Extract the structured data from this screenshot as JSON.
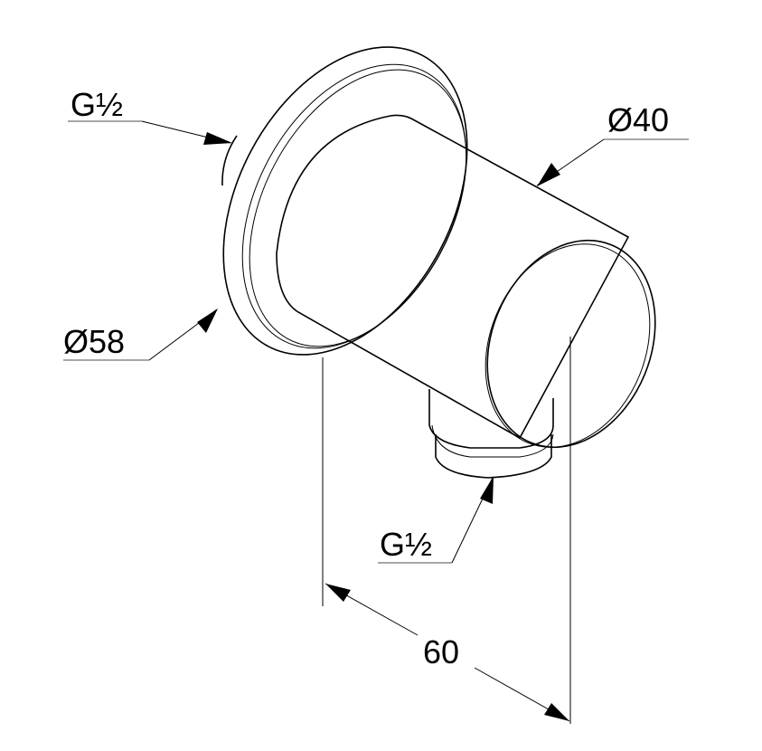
{
  "drawing": {
    "labels": {
      "inlet_thread": "G½",
      "outlet_diameter": "Ø40",
      "plate_diameter": "Ø58",
      "outlet_thread": "G½",
      "projection": "60"
    }
  }
}
